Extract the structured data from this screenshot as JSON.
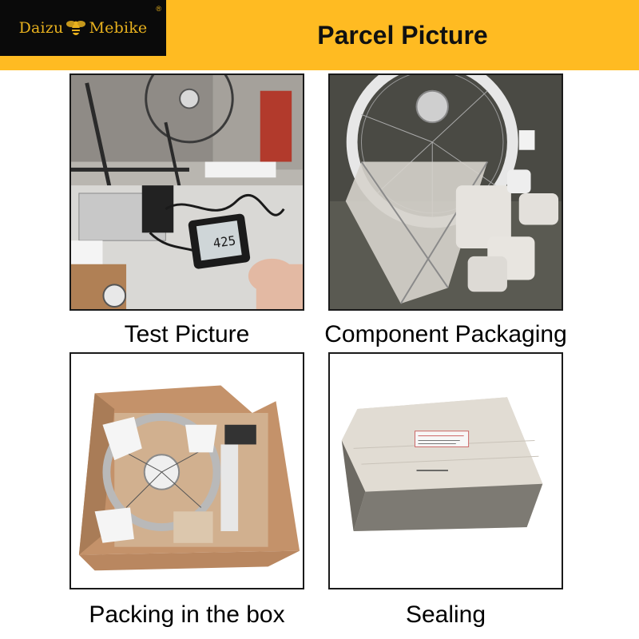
{
  "brand": {
    "name_left": "Daizu",
    "name_right": "Mebike",
    "registered_mark": "®",
    "logo_color": "#e8b11e"
  },
  "header": {
    "title": "Parcel Picture",
    "background_color": "#ffbb22"
  },
  "panels": [
    {
      "caption": "Test Picture"
    },
    {
      "caption": "Component Packaging"
    },
    {
      "caption": "Packing in the box"
    },
    {
      "caption": "Sealing"
    }
  ]
}
